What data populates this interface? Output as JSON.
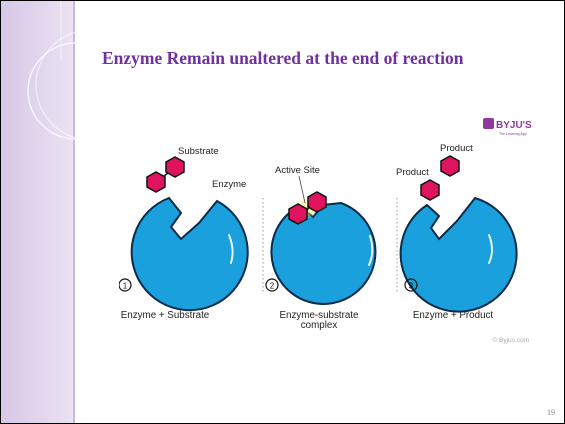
{
  "slide": {
    "title": "Enzyme Remain unaltered at the end of reaction",
    "number": "19"
  },
  "logo": {
    "brand": "BYJU'S",
    "tagline": "The Learning App"
  },
  "panels": [
    {
      "step": "1",
      "labels": {
        "substrate": "Substrate",
        "enzyme": "Enzyme"
      },
      "caption": "Enzyme + Substrate"
    },
    {
      "step": "2",
      "labels": {
        "active_site": "Active Site"
      },
      "caption_line1": "Enzyme-substrate",
      "caption_line2": "complex"
    },
    {
      "step": "3",
      "labels": {
        "product_top": "Product",
        "product_left": "Product"
      },
      "caption": "Enzyme + Product"
    }
  ],
  "credit": "© Byjus.com",
  "colors": {
    "title": "#7030a0",
    "enzyme": "#1aa0dc",
    "substrate": "#e0135f",
    "active_site_glow": "#f5e43a",
    "brand": "#8e3a9c"
  }
}
